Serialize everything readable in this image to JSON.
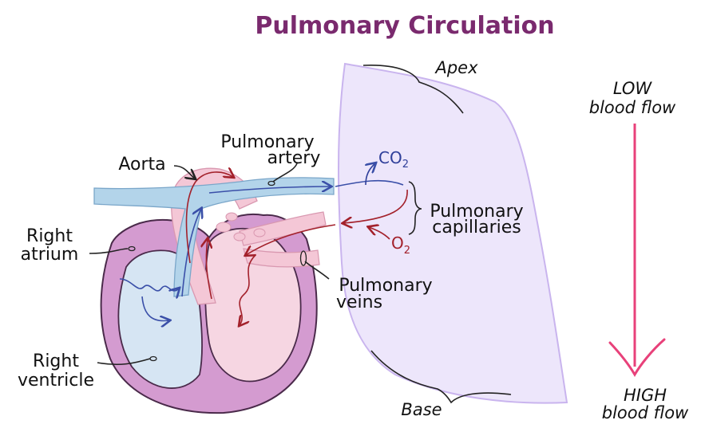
{
  "title": "Pulmonary Circulation",
  "labels": {
    "apex": "Apex",
    "base": "Base",
    "aorta": "Aorta",
    "pulmonary_artery_line1": "Pulmonary",
    "pulmonary_artery_line2": "artery",
    "right_atrium_line1": "Right",
    "right_atrium_line2": "atrium",
    "right_ventricle_line1": "Right",
    "right_ventricle_line2": "ventricle",
    "pulmonary_veins_line1": "Pulmonary",
    "pulmonary_veins_line2": "veins",
    "pulmonary_capillaries_line1": "Pulmonary",
    "pulmonary_capillaries_line2": "capillaries"
  },
  "gases": {
    "co2_main": "CO",
    "co2_sub": "2",
    "o2_main": "O",
    "o2_sub": "2"
  },
  "flow_gradient": {
    "top_line1": "LOW",
    "top_line2": "blood flow",
    "bottom_line1": "HIGH",
    "bottom_line2": "blood flow"
  },
  "colors": {
    "title": "#7a2a6e",
    "lung_fill": "#ede6fb",
    "lung_stroke": "#c9b4ee",
    "heart_outer": "#d49bd0",
    "heart_outline": "#4a2a4a",
    "right_side": "#d6e5f3",
    "left_side": "#f6d6e2",
    "deoxygenated_vessel": "#b3d4ea",
    "oxygenated_vessel": "#f4c7d6",
    "co2_arrow": "#2f3f9a",
    "o2_arrow": "#a3212b",
    "flow_arrow": "#e8417a"
  }
}
